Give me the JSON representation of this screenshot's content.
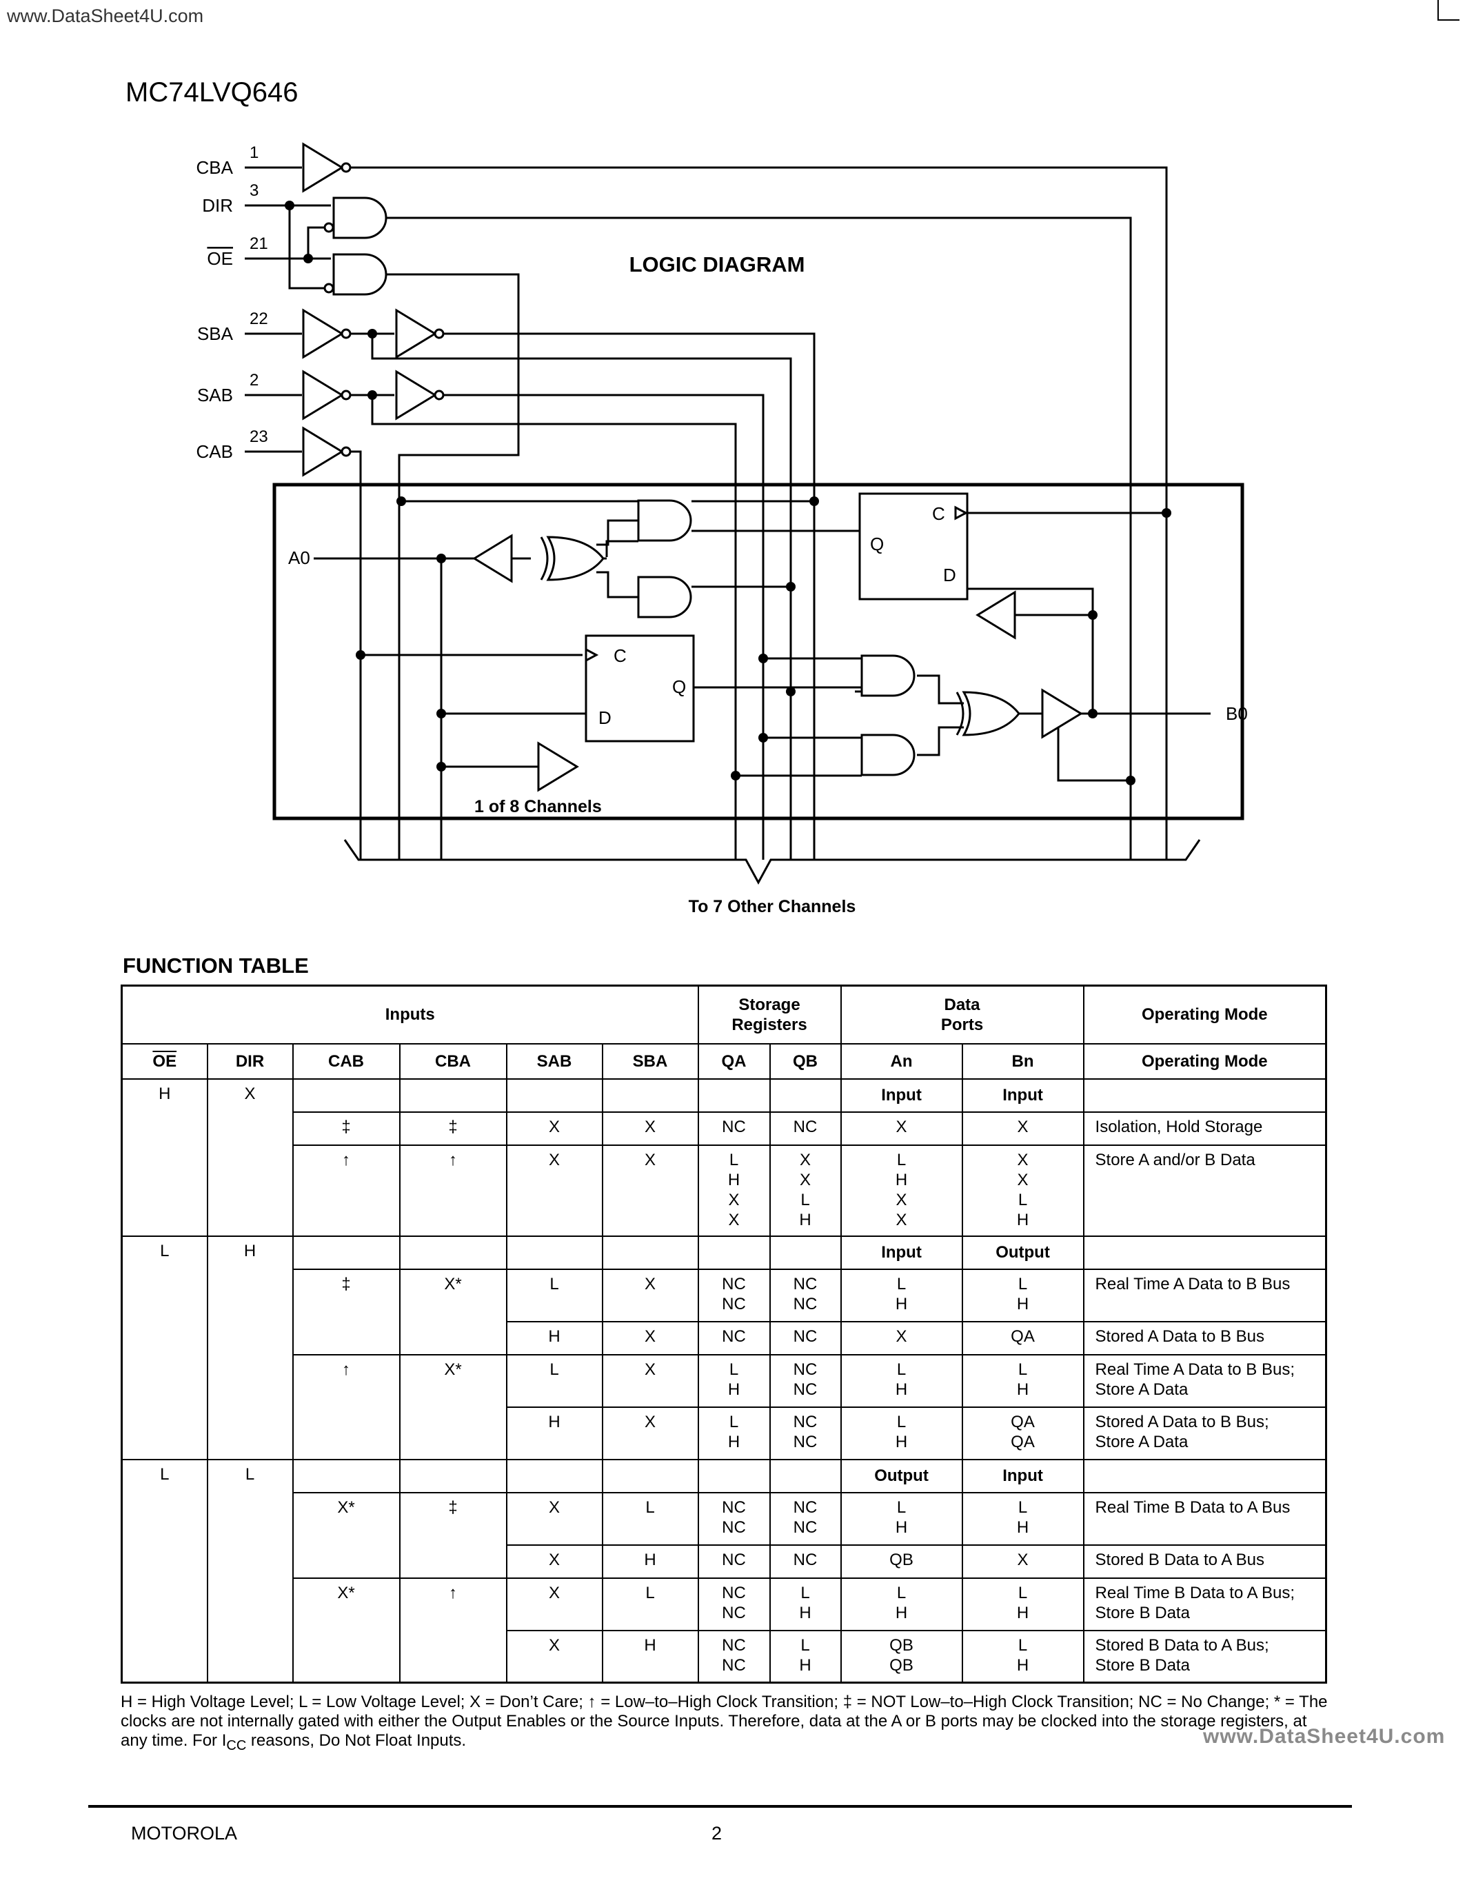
{
  "watermark_top": "www.DataSheet4U.com",
  "watermark_bottom": "www.DataSheet4U.com",
  "part_number": "MC74LVQ646",
  "diagram": {
    "title": "LOGIC DIAGRAM",
    "signals": [
      {
        "name": "CBA",
        "pin": "1"
      },
      {
        "name": "DIR",
        "pin": "3"
      },
      {
        "name": "OE",
        "pin": "21"
      },
      {
        "name": "SBA",
        "pin": "22"
      },
      {
        "name": "SAB",
        "pin": "2"
      },
      {
        "name": "CAB",
        "pin": "23"
      }
    ],
    "a0": "A0",
    "b0": "B0",
    "ff_labels": {
      "c": "C",
      "q": "Q",
      "d": "D"
    },
    "channel_note": "1 of 8 Channels",
    "others_note": "To 7 Other Channels"
  },
  "function_table": {
    "title": "FUNCTION TABLE",
    "group_headers": {
      "inputs": "Inputs",
      "storage": "Storage Registers",
      "data": "Data Ports",
      "mode": "Operating Mode"
    },
    "columns": [
      "OE",
      "DIR",
      "CAB",
      "CBA",
      "SAB",
      "SBA",
      "QA",
      "QB",
      "An",
      "Bn",
      "Operating Mode"
    ],
    "sections": [
      {
        "oe": "H",
        "dir": "X",
        "an_type": "Input",
        "bn_type": "Input",
        "groups": [
          {
            "cab": "‡",
            "cba": "‡",
            "rows": [
              {
                "sab": "X",
                "sba": "X",
                "qa": "NC",
                "qb": "NC",
                "an": "X",
                "bn": "X",
                "mode": "Isolation, Hold Storage"
              }
            ]
          },
          {
            "cab": "↑",
            "cba": "↑",
            "rows": [
              {
                "sab": "X",
                "sba": "X",
                "qa": "L\nH\nX\nX",
                "qb": "X\nX\nL\nH",
                "an": "L\nH\nX\nX",
                "bn": "X\nX\nL\nH",
                "mode": "Store A and/or B Data"
              }
            ]
          }
        ]
      },
      {
        "oe": "L",
        "dir": "H",
        "an_type": "Input",
        "bn_type": "Output",
        "groups": [
          {
            "cab": "‡",
            "cba": "X*",
            "rows": [
              {
                "sab": "L",
                "sba": "X",
                "qa": "NC\nNC",
                "qb": "NC\nNC",
                "an": "L\nH",
                "bn": "L\nH",
                "mode": "Real Time A Data to B Bus"
              },
              {
                "sab": "H",
                "sba": "X",
                "qa": "NC",
                "qb": "NC",
                "an": "X",
                "bn": "QA",
                "mode": "Stored A Data to B Bus"
              }
            ]
          },
          {
            "cab": "↑",
            "cba": "X*",
            "rows": [
              {
                "sab": "L",
                "sba": "X",
                "qa": "L\nH",
                "qb": "NC\nNC",
                "an": "L\nH",
                "bn": "L\nH",
                "mode": "Real Time A Data to B Bus;\nStore A Data"
              },
              {
                "sab": "H",
                "sba": "X",
                "qa": "L\nH",
                "qb": "NC\nNC",
                "an": "L\nH",
                "bn": "QA\nQA",
                "mode": "Stored A Data to B Bus;\nStore A Data"
              }
            ]
          }
        ]
      },
      {
        "oe": "L",
        "dir": "L",
        "an_type": "Output",
        "bn_type": "Input",
        "groups": [
          {
            "cab": "X*",
            "cba": "‡",
            "rows": [
              {
                "sab": "X",
                "sba": "L",
                "qa": "NC\nNC",
                "qb": "NC\nNC",
                "an": "L\nH",
                "bn": "L\nH",
                "mode": "Real Time B Data to A Bus"
              },
              {
                "sab": "X",
                "sba": "H",
                "qa": "NC",
                "qb": "NC",
                "an": "QB",
                "bn": "X",
                "mode": "Stored B Data to A Bus"
              }
            ]
          },
          {
            "cab": "X*",
            "cba": "↑",
            "rows": [
              {
                "sab": "X",
                "sba": "L",
                "qa": "NC\nNC",
                "qb": "L\nH",
                "an": "L\nH",
                "bn": "L\nH",
                "mode": "Real Time B Data to A Bus;\nStore B Data"
              },
              {
                "sab": "X",
                "sba": "H",
                "qa": "NC\nNC",
                "qb": "L\nH",
                "an": "QB\nQB",
                "bn": "L\nH",
                "mode": "Stored B Data to A Bus;\nStore B Data"
              }
            ]
          }
        ]
      }
    ],
    "notes_html": "H = High Voltage Level; L = Low Voltage Level; X = Don’t Care; ↑ = Low–to–High Clock Transition; ‡ = NOT Low–to–High Clock Transition; NC = No Change; * = The clocks are not internally gated with either the Output Enables or the Source Inputs. Therefore, data at the A or B ports may be clocked into the storage registers, at any time. For I<sub>CC</sub> reasons, Do Not Float Inputs."
  },
  "footer": {
    "left": "MOTOROLA",
    "center": "2"
  }
}
